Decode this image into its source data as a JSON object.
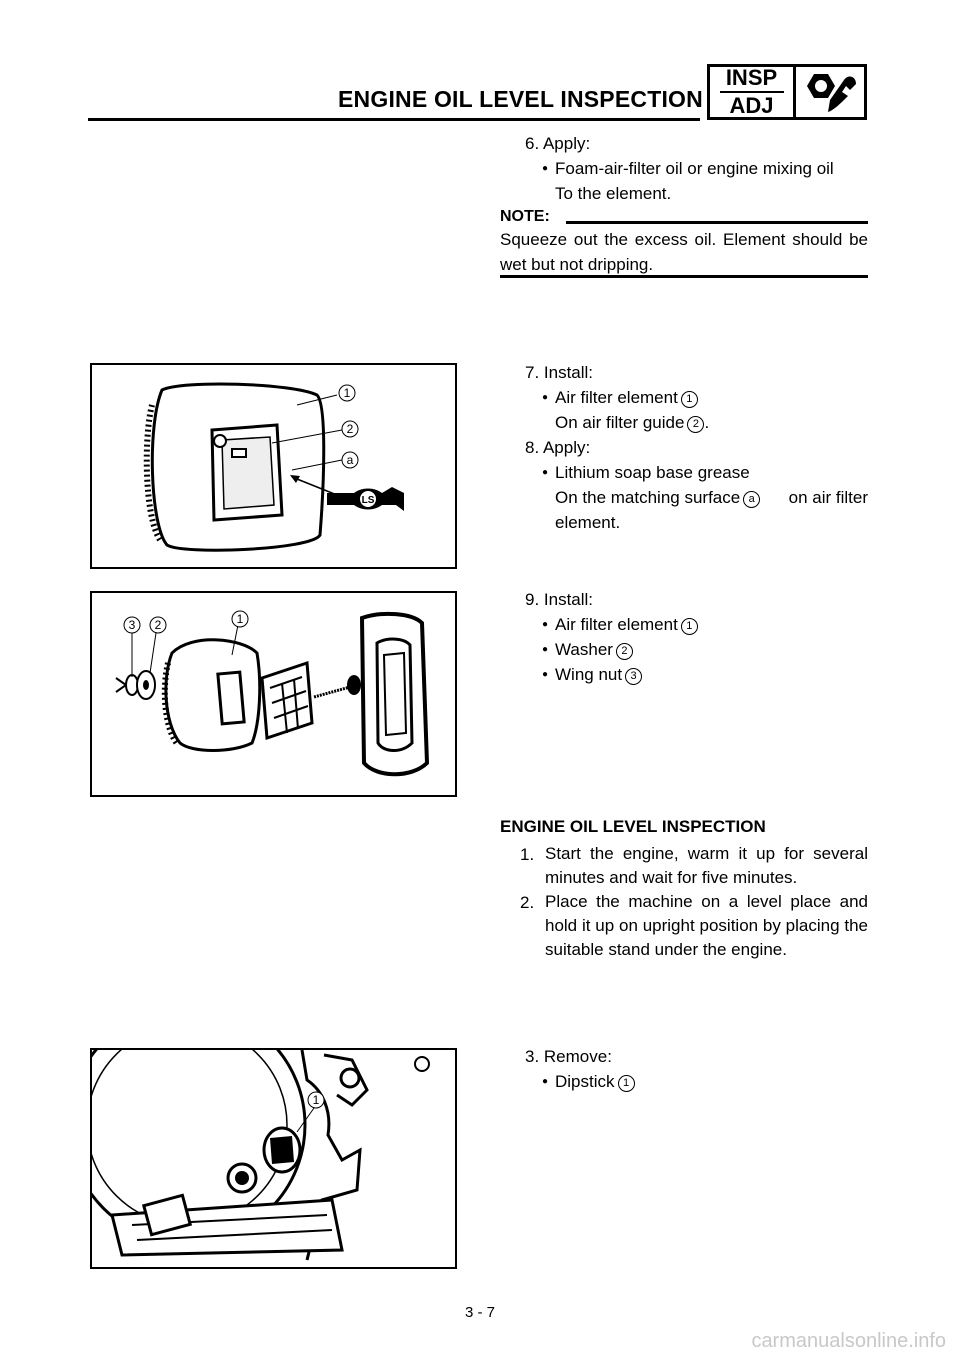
{
  "header": {
    "title": "ENGINE OIL LEVEL INSPECTION",
    "badge_top": "INSP",
    "badge_bottom": "ADJ",
    "badge_icon": "wrench-nut-icon"
  },
  "step6": {
    "label": "6.  Apply:",
    "bullet": "Foam-air-filter oil or engine mixing oil",
    "line2": "To the element."
  },
  "note": {
    "label": "NOTE:",
    "text": "Squeeze out the excess oil. Element should be wet but not dripping."
  },
  "step7": {
    "label": "7.  Install:",
    "bullet": "Air filter element",
    "bullet_ref": "1",
    "line2": "On air filter guide",
    "line2_ref": "2"
  },
  "step8": {
    "label": "8.  Apply:",
    "bullet": "Lithium soap base grease",
    "line2a": "On the matching surface",
    "line2_ref": "a",
    "line2b": "on air filter",
    "line3": "element."
  },
  "step9": {
    "label": "9.  Install:",
    "items": [
      {
        "text": "Air filter element",
        "ref": "1"
      },
      {
        "text": "Washer",
        "ref": "2"
      },
      {
        "text": "Wing nut",
        "ref": "3"
      }
    ]
  },
  "section": {
    "title": "ENGINE OIL LEVEL INSPECTION",
    "p1_num": "1.",
    "p1": "Start the engine, warm it up for several minutes and wait for five minutes.",
    "p2_num": "2.",
    "p2": "Place the machine on a level place and hold it up on upright position by placing the suitable stand under the engine."
  },
  "step3": {
    "label": "3.  Remove:",
    "bullet": "Dipstick",
    "ref": "1"
  },
  "figures": {
    "fig1_labels": [
      "1",
      "2",
      "a"
    ],
    "fig1_ls": "LS",
    "fig2_labels": [
      "3",
      "2",
      "1"
    ],
    "fig3_labels": [
      "1"
    ]
  },
  "footer": {
    "page": "3 - 7",
    "watermark": "carmanualsonline.info"
  }
}
